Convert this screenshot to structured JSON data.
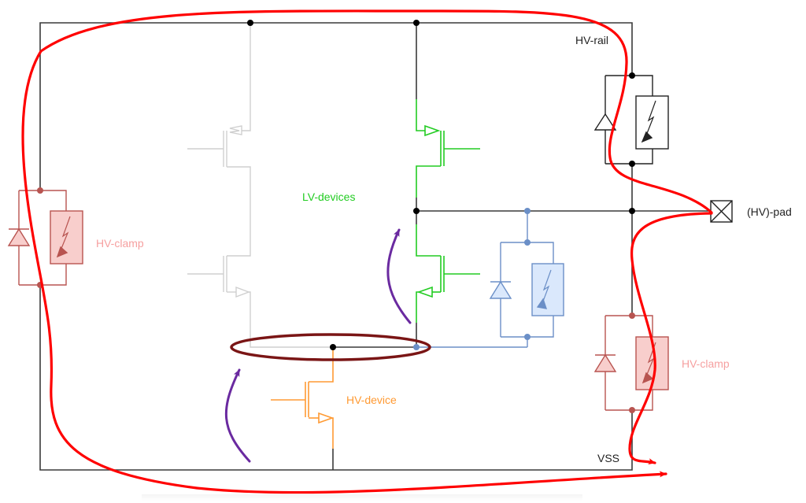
{
  "colors": {
    "rail": "#3a3a3a",
    "lv_gray": "#cfcfcf",
    "lv_green": "#22cc22",
    "hv_orange": "#ff9a33",
    "blue_clamp_stroke": "#6b8fc7",
    "blue_clamp_fill": "#dae8fc",
    "red_clamp_stroke": "#b85450",
    "red_clamp_fill": "#f8cecc",
    "red_clamp_label": "#f6a0a0",
    "esd_path": "#ff0000",
    "stress_arrow": "#6a2aa0",
    "highlight_ellipse": "#7a1515"
  },
  "labels": {
    "hv_rail": "HV-rail",
    "hv_pad": "(HV)-pad",
    "vss": "VSS",
    "lv_devices": "LV-devices",
    "hv_device": "HV-device",
    "hv_clamp_left": "HV-clamp",
    "hv_clamp_right": "HV-clamp"
  }
}
